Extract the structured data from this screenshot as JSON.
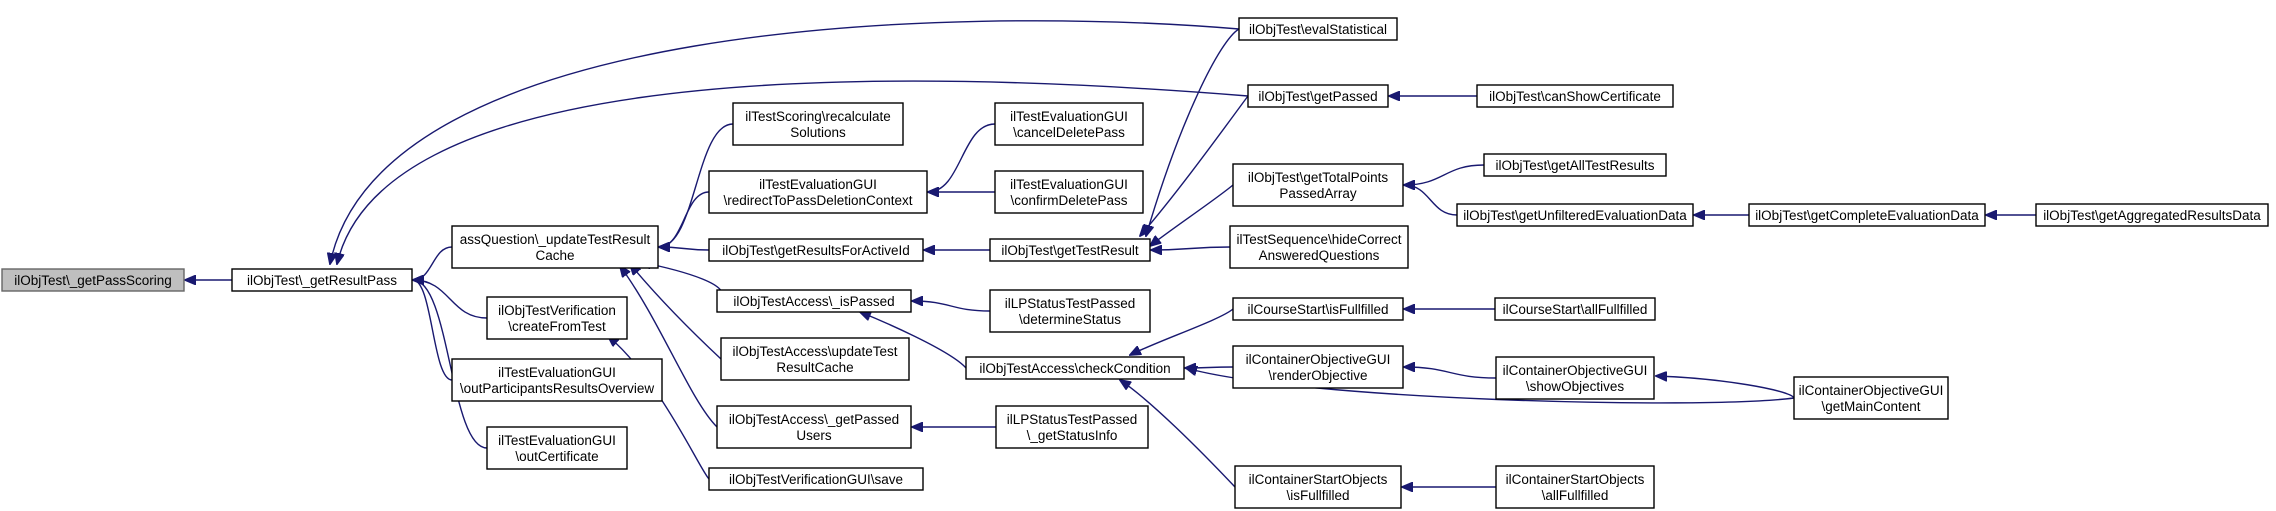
{
  "diagram": {
    "type": "call-graph",
    "colors": {
      "edge": "#191970",
      "root_fill": "#bfbfbf",
      "node_fill": "#ffffff"
    },
    "nodes": [
      {
        "id": "getPassScoring",
        "lines": [
          "ilObjTest\\_getPassScoring"
        ],
        "root": true
      },
      {
        "id": "getResultPass",
        "lines": [
          "ilObjTest\\_getResultPass"
        ]
      },
      {
        "id": "updateTestResultCache",
        "lines": [
          "assQuestion\\_updateTestResult",
          "Cache"
        ]
      },
      {
        "id": "createFromTest",
        "lines": [
          "ilObjTestVerification",
          "\\createFromTest"
        ]
      },
      {
        "id": "outParticipantsResultsOverview",
        "lines": [
          "ilTestEvaluationGUI",
          "\\outParticipantsResultsOverview"
        ]
      },
      {
        "id": "outCertificate",
        "lines": [
          "ilTestEvaluationGUI",
          "\\outCertificate"
        ]
      },
      {
        "id": "recalculateSolutions",
        "lines": [
          "ilTestScoring\\recalculate",
          "Solutions"
        ]
      },
      {
        "id": "redirectToPassDeletionContext",
        "lines": [
          "ilTestEvaluationGUI",
          "\\redirectToPassDeletionContext"
        ]
      },
      {
        "id": "getResultsForActiveId",
        "lines": [
          "ilObjTest\\getResultsForActiveId"
        ]
      },
      {
        "id": "accessIsPassed",
        "lines": [
          "ilObjTestAccess\\_isPassed"
        ]
      },
      {
        "id": "accessUpdateTestResultCache",
        "lines": [
          "ilObjTestAccess\\updateTest",
          "ResultCache"
        ]
      },
      {
        "id": "getPassedUsers",
        "lines": [
          "ilObjTestAccess\\_getPassed",
          "Users"
        ]
      },
      {
        "id": "verificationSave",
        "lines": [
          "ilObjTestVerificationGUI\\save"
        ]
      },
      {
        "id": "cancelDeletePass",
        "lines": [
          "ilTestEvaluationGUI",
          "\\cancelDeletePass"
        ]
      },
      {
        "id": "confirmDeletePass",
        "lines": [
          "ilTestEvaluationGUI",
          "\\confirmDeletePass"
        ]
      },
      {
        "id": "getTestResult",
        "lines": [
          "ilObjTest\\getTestResult"
        ]
      },
      {
        "id": "determineStatus",
        "lines": [
          "ilLPStatusTestPassed",
          "\\determineStatus"
        ]
      },
      {
        "id": "checkCondition",
        "lines": [
          "ilObjTestAccess\\checkCondition"
        ]
      },
      {
        "id": "getStatusInfo",
        "lines": [
          "ilLPStatusTestPassed",
          "\\_getStatusInfo"
        ]
      },
      {
        "id": "evalStatistical",
        "lines": [
          "ilObjTest\\evalStatistical"
        ]
      },
      {
        "id": "getPassed",
        "lines": [
          "ilObjTest\\getPassed"
        ]
      },
      {
        "id": "getTotalPointsPassedArray",
        "lines": [
          "ilObjTest\\getTotalPoints",
          "PassedArray"
        ]
      },
      {
        "id": "hideCorrectAnsweredQuestions",
        "lines": [
          "ilTestSequence\\hideCorrect",
          "AnsweredQuestions"
        ]
      },
      {
        "id": "courseStartIsFullfilled",
        "lines": [
          "ilCourseStart\\isFullfilled"
        ]
      },
      {
        "id": "renderObjective",
        "lines": [
          "ilContainerObjectiveGUI",
          "\\renderObjective"
        ]
      },
      {
        "id": "startObjectsIsFullfilled",
        "lines": [
          "ilContainerStartObjects",
          "\\isFullfilled"
        ]
      },
      {
        "id": "canShowCertificate",
        "lines": [
          "ilObjTest\\canShowCertificate"
        ]
      },
      {
        "id": "getAllTestResults",
        "lines": [
          "ilObjTest\\getAllTestResults"
        ]
      },
      {
        "id": "getUnfilteredEvaluationData",
        "lines": [
          "ilObjTest\\getUnfilteredEvaluationData"
        ]
      },
      {
        "id": "courseStartAllFullfilled",
        "lines": [
          "ilCourseStart\\allFullfilled"
        ]
      },
      {
        "id": "showObjectives",
        "lines": [
          "ilContainerObjectiveGUI",
          "\\showObjectives"
        ]
      },
      {
        "id": "startObjectsAllFullfilled",
        "lines": [
          "ilContainerStartObjects",
          "\\allFullfilled"
        ]
      },
      {
        "id": "getCompleteEvaluationData",
        "lines": [
          "ilObjTest\\getCompleteEvaluationData"
        ]
      },
      {
        "id": "getMainContent",
        "lines": [
          "ilContainerObjectiveGUI",
          "\\getMainContent"
        ]
      },
      {
        "id": "getAggregatedResultsData",
        "lines": [
          "ilObjTest\\getAggregatedResultsData"
        ]
      }
    ],
    "edges": [
      {
        "from": "getResultPass",
        "to": "getPassScoring"
      },
      {
        "from": "updateTestResultCache",
        "to": "getResultPass"
      },
      {
        "from": "createFromTest",
        "to": "getResultPass"
      },
      {
        "from": "outParticipantsResultsOverview",
        "to": "getResultPass"
      },
      {
        "from": "outCertificate",
        "to": "getResultPass"
      },
      {
        "from": "evalStatistical",
        "to": "getResultPass"
      },
      {
        "from": "getPassed",
        "to": "getResultPass"
      },
      {
        "from": "recalculateSolutions",
        "to": "updateTestResultCache"
      },
      {
        "from": "redirectToPassDeletionContext",
        "to": "updateTestResultCache"
      },
      {
        "from": "getResultsForActiveId",
        "to": "updateTestResultCache"
      },
      {
        "from": "accessIsPassed",
        "to": "updateTestResultCache"
      },
      {
        "from": "accessUpdateTestResultCache",
        "to": "updateTestResultCache"
      },
      {
        "from": "getPassedUsers",
        "to": "updateTestResultCache"
      },
      {
        "from": "verificationSave",
        "to": "createFromTest"
      },
      {
        "from": "cancelDeletePass",
        "to": "redirectToPassDeletionContext"
      },
      {
        "from": "confirmDeletePass",
        "to": "redirectToPassDeletionContext"
      },
      {
        "from": "getTestResult",
        "to": "getResultsForActiveId"
      },
      {
        "from": "determineStatus",
        "to": "accessIsPassed"
      },
      {
        "from": "checkCondition",
        "to": "accessIsPassed"
      },
      {
        "from": "getStatusInfo",
        "to": "getPassedUsers"
      },
      {
        "from": "evalStatistical",
        "to": "getTestResult"
      },
      {
        "from": "getPassed",
        "to": "getTestResult"
      },
      {
        "from": "getTotalPointsPassedArray",
        "to": "getTestResult"
      },
      {
        "from": "hideCorrectAnsweredQuestions",
        "to": "getTestResult"
      },
      {
        "from": "courseStartIsFullfilled",
        "to": "checkCondition"
      },
      {
        "from": "renderObjective",
        "to": "checkCondition"
      },
      {
        "from": "startObjectsIsFullfilled",
        "to": "checkCondition"
      },
      {
        "from": "getMainContent",
        "to": "checkCondition"
      },
      {
        "from": "canShowCertificate",
        "to": "getPassed"
      },
      {
        "from": "getAllTestResults",
        "to": "getTotalPointsPassedArray"
      },
      {
        "from": "getUnfilteredEvaluationData",
        "to": "getTotalPointsPassedArray"
      },
      {
        "from": "courseStartAllFullfilled",
        "to": "courseStartIsFullfilled"
      },
      {
        "from": "showObjectives",
        "to": "renderObjective"
      },
      {
        "from": "startObjectsAllFullfilled",
        "to": "startObjectsIsFullfilled"
      },
      {
        "from": "getCompleteEvaluationData",
        "to": "getUnfilteredEvaluationData"
      },
      {
        "from": "getMainContent",
        "to": "showObjectives"
      },
      {
        "from": "getAggregatedResultsData",
        "to": "getCompleteEvaluationData"
      }
    ]
  }
}
